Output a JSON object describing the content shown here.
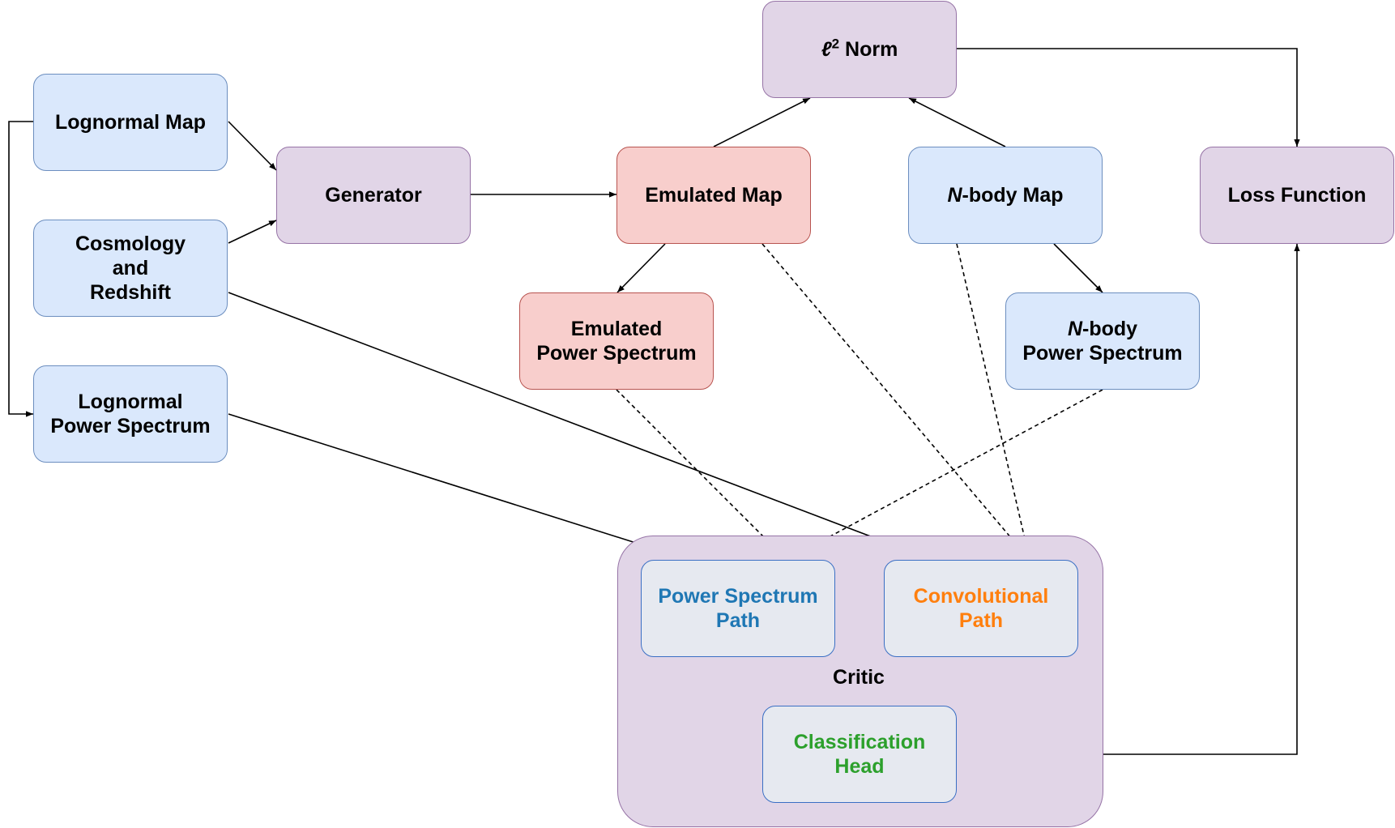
{
  "nodes": {
    "lognormal_map": "Lognormal Map",
    "cosmology": [
      "Cosmology",
      "and",
      "Redshift"
    ],
    "lognormal_ps": [
      "Lognormal",
      "Power Spectrum"
    ],
    "generator": "Generator",
    "emulated_map": "Emulated Map",
    "emulated_ps": [
      "Emulated",
      "Power Spectrum"
    ],
    "l2_norm": {
      "symbol": "ℓ",
      "sup": "2",
      "text": "Norm"
    },
    "nbody_map": {
      "italic": "N",
      "rest": "-body Map"
    },
    "nbody_ps": {
      "italic": "N",
      "rest": "-body",
      "line2": "Power Spectrum"
    },
    "loss_function": "Loss Function",
    "critic": "Critic",
    "ps_path": [
      "Power Spectrum",
      "Path"
    ],
    "conv_path": [
      "Convolutional",
      "Path"
    ],
    "class_head": [
      "Classification",
      "Head"
    ]
  },
  "colors": {
    "ps_path_text": "#1f77b4",
    "conv_path_text": "#ff7f0e",
    "class_head_text": "#2ca02c",
    "blue_fill": "#dae8fc",
    "purple_fill": "#e1d5e7",
    "red_fill": "#f8cecc"
  }
}
